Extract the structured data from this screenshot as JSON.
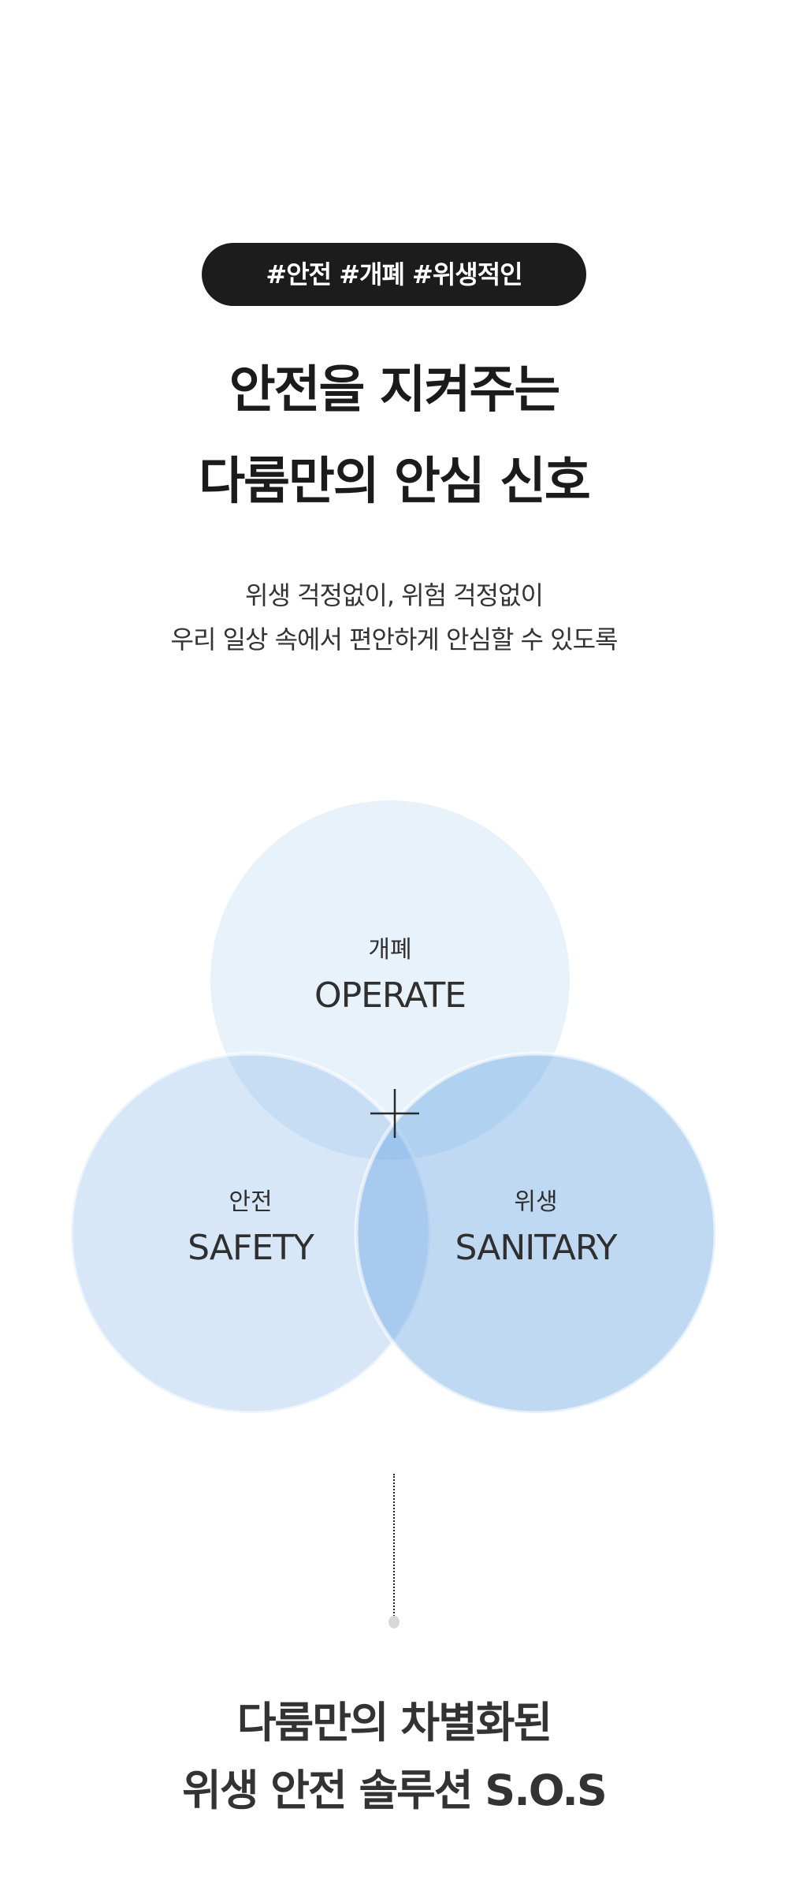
{
  "hashtags": "#안전 #개폐 #위생적인",
  "headline": {
    "line1": "안전을 지켜주는",
    "line2": "다룸만의 안심 신호"
  },
  "subtext": {
    "line1": "위생 걱정없이, 위험 걱정없이",
    "line2": "우리 일상 속에서 편안하게 안심할 수 있도록"
  },
  "venn": {
    "operate": {
      "ko": "개폐",
      "en": "OPERATE"
    },
    "safety": {
      "ko": "안전",
      "en": "SAFETY"
    },
    "sanitary": {
      "ko": "위생",
      "en": "SANITARY"
    },
    "plus_icon": "plus-icon",
    "colors": {
      "top": "#e8f2fb",
      "blue": "#5fa0e0"
    }
  },
  "bottom_title": {
    "line1": "다룸만의 차별화된",
    "line2": "위생 안전 솔루션 S.O.S"
  }
}
